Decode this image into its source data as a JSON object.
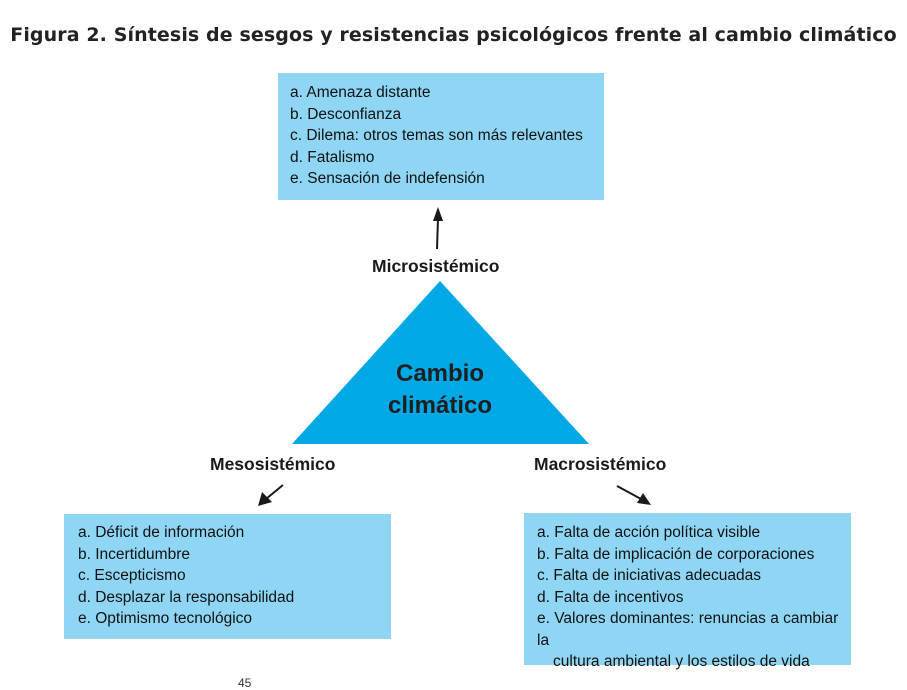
{
  "title": "Figura 2. Síntesis de sesgos y resistencias psicológicos frente al cambio climático",
  "colors": {
    "box_fill": "#8fd6f5",
    "triangle_fill": "#00a8e6",
    "text": "#1a1a1a"
  },
  "center": {
    "line1": "Cambio",
    "line2": "climático"
  },
  "micro": {
    "label": "Microsistémico",
    "items": [
      "a. Amenaza distante",
      "b. Desconfianza",
      "c. Dilema: otros temas son más relevantes",
      "d. Fatalismo",
      "e. Sensación de indefensión"
    ]
  },
  "meso": {
    "label": "Mesosistémico",
    "items": [
      "a. Déficit de información",
      "b. Incertidumbre",
      "c. Escepticismo",
      "d. Desplazar la responsabilidad",
      "e. Optimismo tecnológico"
    ]
  },
  "macro": {
    "label": "Macrosistémico",
    "items": [
      "a. Falta de acción política visible",
      "b. Falta de implicación de corporaciones",
      "c. Falta de iniciativas adecuadas",
      "d. Falta de incentivos",
      "e. Valores dominantes: renuncias a cambiar la",
      "cultura ambiental y los estilos de vida"
    ]
  },
  "page_number": "45"
}
